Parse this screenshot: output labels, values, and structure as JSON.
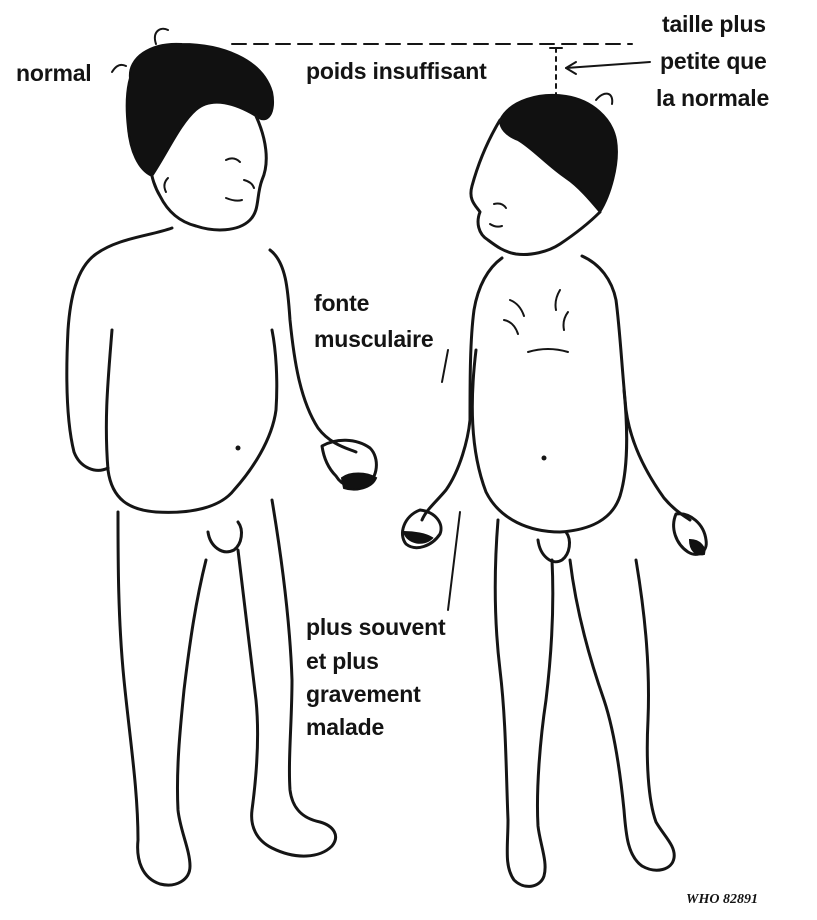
{
  "labels": {
    "normal": "normal",
    "poids_insuffisant": "poids insuffisant",
    "taille_line1": "taille plus",
    "taille_line2": "petite que",
    "taille_line3": "la normale",
    "fonte_line1": "fonte",
    "fonte_line2": "musculaire",
    "malade_line1": "plus souvent",
    "malade_line2": "et plus",
    "malade_line3": "gravement",
    "malade_line4": "malade"
  },
  "credit": "WHO 82891",
  "colors": {
    "ink": "#151515",
    "background": "#ffffff"
  }
}
